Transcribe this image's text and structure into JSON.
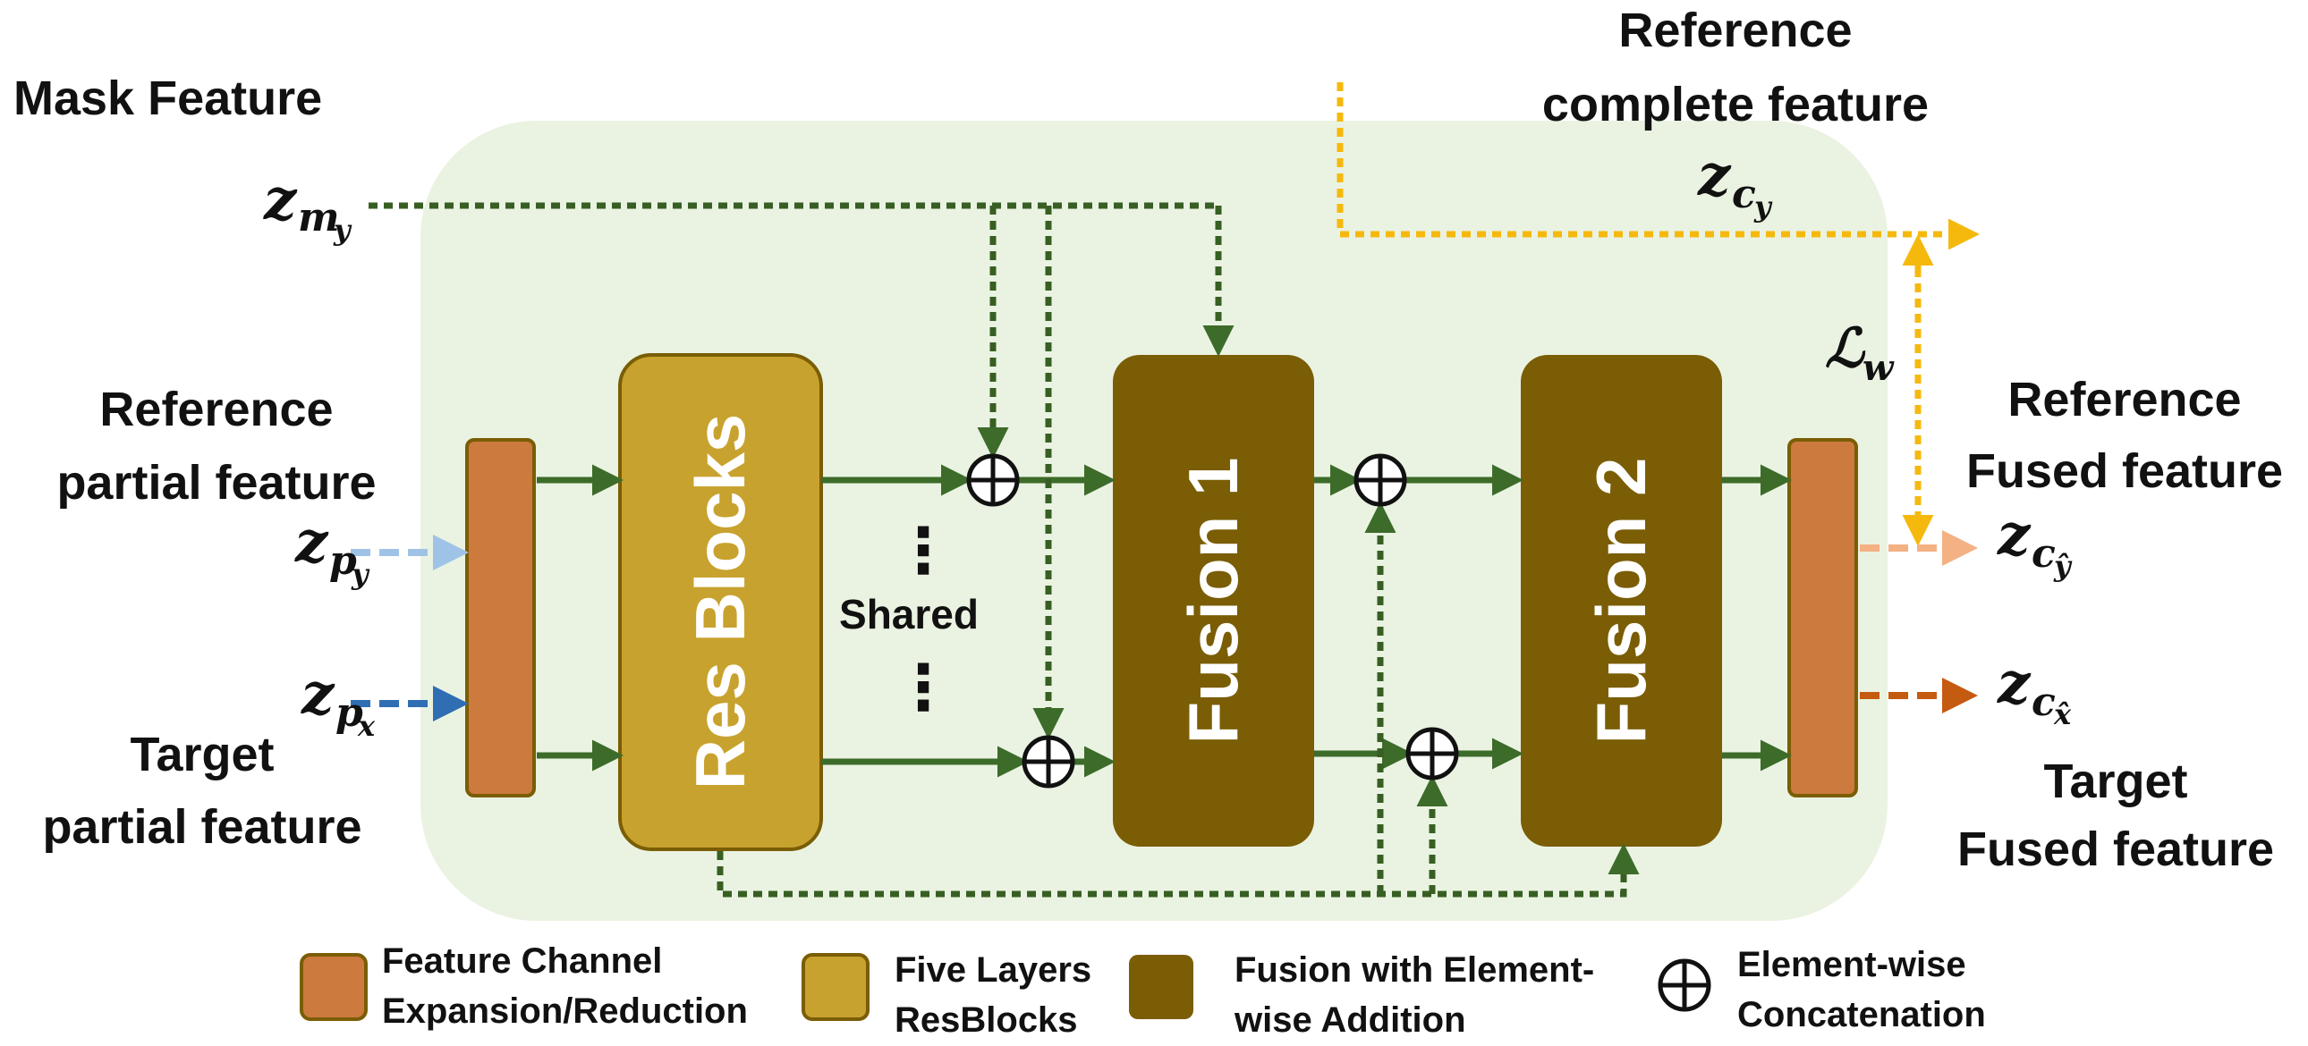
{
  "labels": {
    "mask_feature": "Mask Feature",
    "ref_complete_1": "Reference",
    "ref_complete_2": "complete feature",
    "ref_partial_1": "Reference",
    "ref_partial_2": "partial feature",
    "tgt_partial_1": "Target",
    "tgt_partial_2": "partial feature",
    "ref_fused_1": "Reference",
    "ref_fused_2": "Fused feature",
    "tgt_fused_1": "Target",
    "tgt_fused_2": "Fused feature",
    "shared": "Shared",
    "dots": "⋮"
  },
  "math": {
    "z_m_y": {
      "base": "z",
      "sub": "m",
      "subsub": "y"
    },
    "z_c_y": {
      "base": "z",
      "sub": "c",
      "subsub": "y"
    },
    "z_p_y": {
      "base": "z",
      "sub": "p",
      "subsub": "y"
    },
    "z_p_x": {
      "base": "z",
      "sub": "p",
      "subsub": "x"
    },
    "z_c_yhat": {
      "base": "z",
      "sub": "c",
      "subsub": "ŷ"
    },
    "z_c_xhat": {
      "base": "z",
      "sub": "c",
      "subsub": "x̂"
    },
    "loss": {
      "base": "ℒ",
      "sub": "w"
    }
  },
  "blocks": {
    "res_blocks": "Res Blocks",
    "fusion1": "Fusion 1",
    "fusion2": "Fusion 2"
  },
  "legend": {
    "channel_1": "Feature Channel",
    "channel_2": "Expansion/Reduction",
    "resblocks_1": "Five Layers",
    "resblocks_2": "ResBlocks",
    "fusion_1": "Fusion with Element-",
    "fusion_2": "wise Addition",
    "concat_1": "Element-wise",
    "concat_2": "Concatenation"
  },
  "colors": {
    "panel": "#eaf3e2",
    "channel_block": "#cc7a3e",
    "resblock": "#c8a22e",
    "fusion": "#7a5d05",
    "border": "#7a5d05",
    "arrow_solid": "#3d6b2a",
    "arrow_dotted": "#385f23",
    "complete_yellow": "#f5b90e",
    "input_light_blue": "#9fc3e6",
    "input_dark_blue": "#2f6eb3",
    "output_light_orange": "#f4b183",
    "output_dark_orange": "#c55a11"
  }
}
